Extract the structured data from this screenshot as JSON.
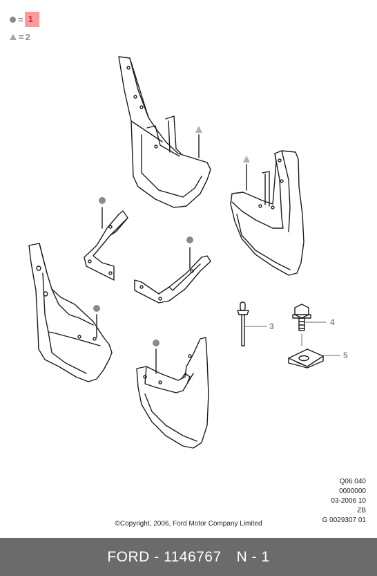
{
  "legend": {
    "item1_eq": "=",
    "item1_value": "1",
    "item2_eq": "=",
    "item2_value": "2"
  },
  "callouts": {
    "c3": "3",
    "c4": "4",
    "c5": "5"
  },
  "meta_lines": [
    "Q06.040",
    "0000000",
    "03-2006 10",
    "ZB",
    "G 0029307 01"
  ],
  "copyright": "©Copyright, 2006, Ford Motor Company Limited",
  "footer": {
    "part": "FORD - 1146767",
    "code": "N - 1"
  },
  "colors": {
    "legend_gray": "#8a8a8a",
    "highlight": "#ff9a9a",
    "footer_bg": "#6b6b6b"
  }
}
